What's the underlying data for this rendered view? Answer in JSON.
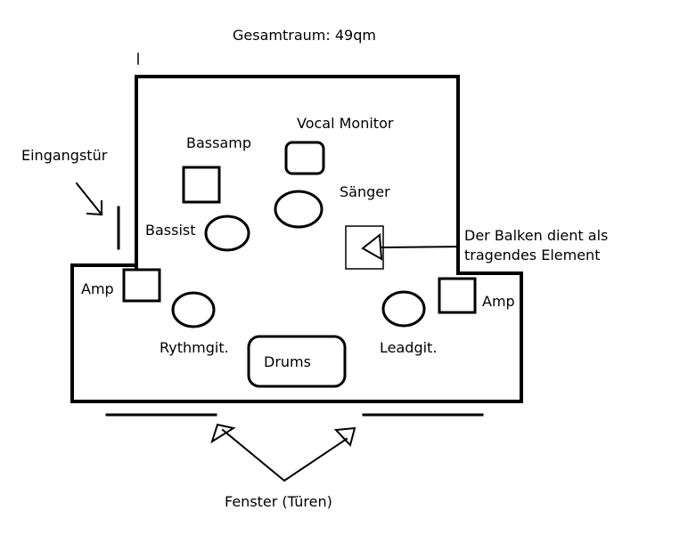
{
  "title": "Gesamtraum: 49qm",
  "labels": {
    "entrance": "Eingangstür",
    "amp_left": "Amp",
    "amp_right": "Amp",
    "bassamp": "Bassamp",
    "bassist": "Bassist",
    "vocal_monitor": "Vocal Monitor",
    "singer": "Sänger",
    "rhythm_guitar": "Rythmgit.",
    "lead_guitar": "Leadgit.",
    "drums": "Drums",
    "beam_note_line1": "Der Balken dient als",
    "beam_note_line2": "tragendes Element",
    "windows": "Fenster (Türen)"
  }
}
